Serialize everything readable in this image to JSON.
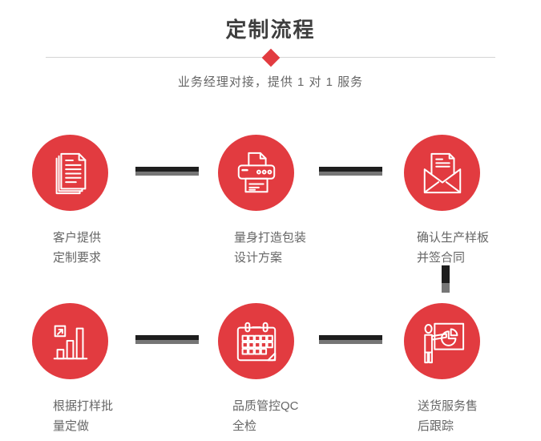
{
  "page": {
    "title": "定制流程",
    "subtitle": "业务经理对接，提供 1 对 1 服务"
  },
  "colors": {
    "accent_red": "#e23b40",
    "connector_black": "#1e1e1e",
    "connector_gray": "#767676",
    "divider": "#d5d5d5",
    "title_text": "#3e3e3e",
    "body_text": "#666666",
    "icon_stroke": "#ffffff"
  },
  "steps": [
    {
      "icon": "documents-icon",
      "label_line1": "客户提供",
      "label_line2": "定制要求"
    },
    {
      "icon": "printer-icon",
      "label_line1": "量身打造包装",
      "label_line2": "设计方案"
    },
    {
      "icon": "envelope-icon",
      "label_line1": "确认生产样板",
      "label_line2": "并签合同"
    },
    {
      "icon": "bar-chart-icon",
      "label_line1": "根据打样批",
      "label_line2": "量定做"
    },
    {
      "icon": "calendar-icon",
      "label_line1": "品质管控QC",
      "label_line2": "全检"
    },
    {
      "icon": "presenter-icon",
      "label_line1": "送货服务售",
      "label_line2": "后跟踪"
    }
  ]
}
